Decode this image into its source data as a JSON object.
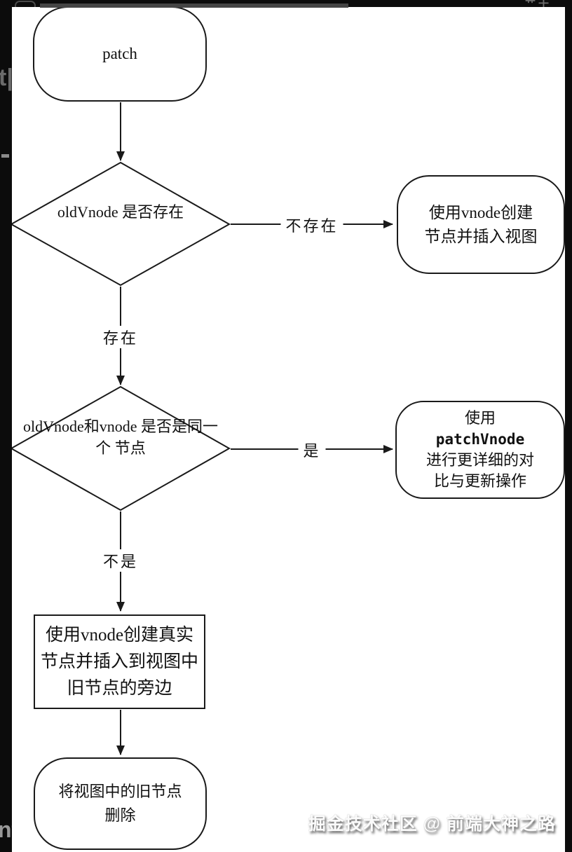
{
  "page": {
    "background": "#ffffff",
    "frame_color": "#0c0c0c",
    "line_color": "#1a1a1a"
  },
  "nodes": {
    "start": {
      "label": "patch"
    },
    "decision_old_exists": {
      "line1": "oldVnode",
      "line2": "是否存在"
    },
    "create_insert": {
      "line1": "使用vnode创建",
      "line2": "节点并插入视图"
    },
    "decision_same_node": {
      "line1": "oldVnode和vnode",
      "line2": "是否是同一个",
      "line3": "节点"
    },
    "patch_vnode": {
      "line1": "使用",
      "line2": "patchVnode",
      "line3": "进行更详细的对",
      "line4": "比与更新操作"
    },
    "create_real_insert": {
      "line1": "使用vnode创建真实",
      "line2": "节点并插入到视图中",
      "line3": "旧节点的旁边"
    },
    "remove_old": {
      "line1": "将视图中的旧节点",
      "line2": "删除"
    }
  },
  "edge_labels": {
    "not_exists": "不存在",
    "exists": "存在",
    "yes": "是",
    "no": "不是"
  },
  "watermark": {
    "text": "掘金技术社区 @ 前端大神之路"
  },
  "artifacts": {
    "left_fragment": "t|",
    "bottom_left_fragment": "nt",
    "top_right_fragment": "艹干"
  }
}
